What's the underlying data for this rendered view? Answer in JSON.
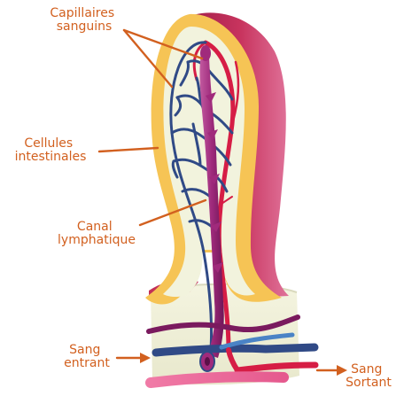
{
  "labels": {
    "capillaires": [
      "Capillaires",
      "sanguins"
    ],
    "cellules": [
      "Cellules",
      "intestinales"
    ],
    "canal": [
      "Canal",
      "lymphatique"
    ],
    "sang_entrant": [
      "Sang",
      "entrant"
    ],
    "sang_sortant": [
      "Sang",
      "Sortant"
    ]
  },
  "colors": {
    "label": "#d2601f",
    "outer_wall": "#c23058",
    "epithelium": "#f6c455",
    "core": "#f2f3dd",
    "capillary_network": "#304a86",
    "artery": "#d61d45",
    "lymphatic": "#a02a7c",
    "vein_blue": "#4a83c6"
  }
}
